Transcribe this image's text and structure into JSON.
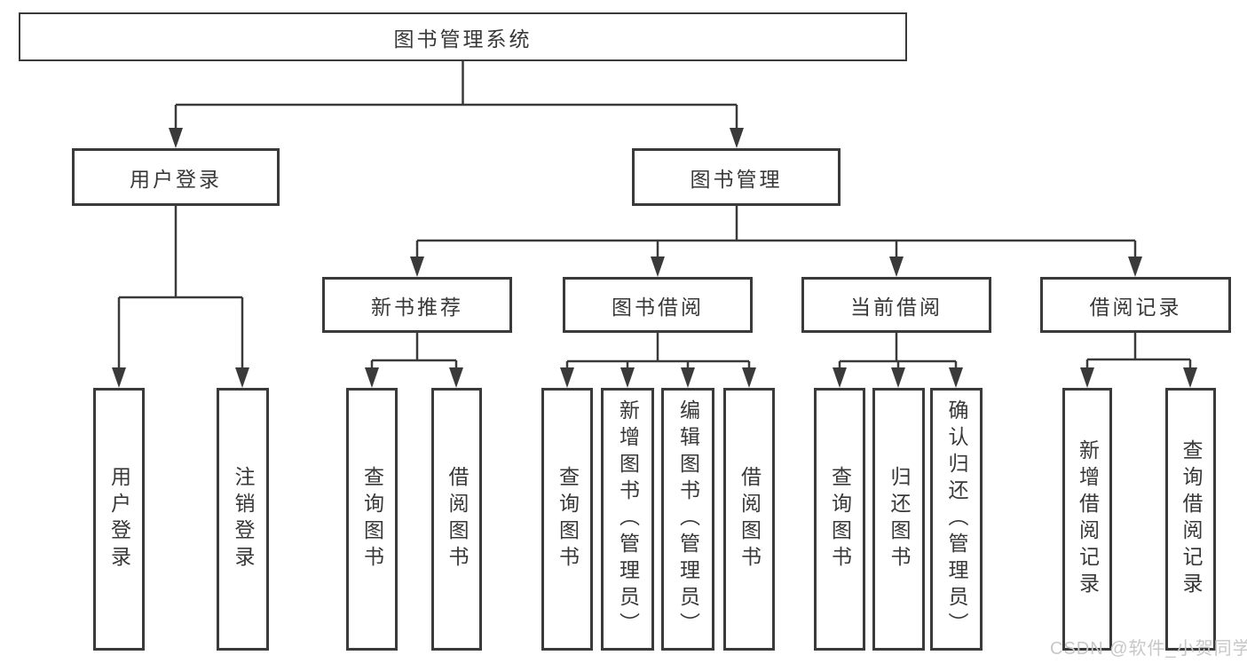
{
  "diagram": {
    "root": {
      "label": "图书管理系统"
    },
    "branches": [
      {
        "label": "用户登录",
        "children": [
          {
            "label": "用户登录"
          },
          {
            "label": "注销登录"
          }
        ]
      },
      {
        "label": "图书管理",
        "children": [
          {
            "label": "新书推荐",
            "children": [
              {
                "label": "查询图书"
              },
              {
                "label": "借阅图书"
              }
            ]
          },
          {
            "label": "图书借阅",
            "children": [
              {
                "label": "查询图书"
              },
              {
                "label": "新增图书（管理员）"
              },
              {
                "label": "编辑图书（管理员）"
              },
              {
                "label": "借阅图书"
              }
            ]
          },
          {
            "label": "当前借阅",
            "children": [
              {
                "label": "查询图书"
              },
              {
                "label": "归还图书"
              },
              {
                "label": "确认归还（管理员）"
              }
            ]
          },
          {
            "label": "借阅记录",
            "children": [
              {
                "label": "新增借阅记录"
              },
              {
                "label": "查询借阅记录"
              }
            ]
          }
        ]
      }
    ],
    "watermark": "CSDN @软件_小贺同学",
    "colors": {
      "line": "#3a3a3a",
      "text": "#383838",
      "background": "#ffffff",
      "watermark": "#c7c7c7"
    }
  }
}
